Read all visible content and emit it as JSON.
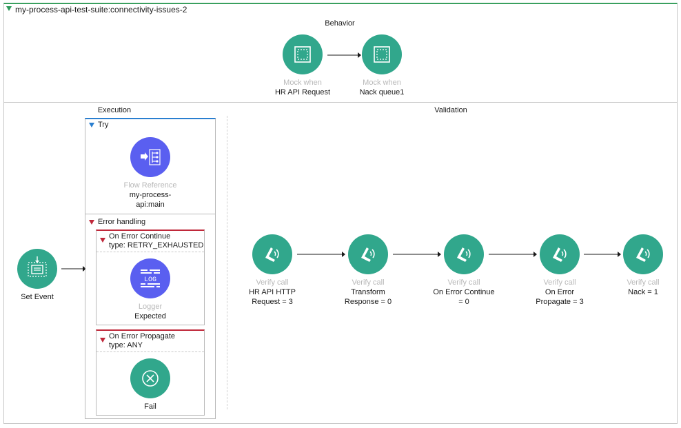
{
  "header": {
    "title": "my-process-api-test-suite:connectivity-issues-2"
  },
  "behavior": {
    "label": "Behavior",
    "nodes": [
      {
        "sub": "Mock when",
        "main": "HR API Request"
      },
      {
        "sub": "Mock when",
        "main": "Nack queue1"
      }
    ]
  },
  "execution": {
    "label": "Execution",
    "set_event": {
      "label": "Set Event"
    },
    "try": {
      "label": "Try",
      "flow_ref": {
        "sub": "Flow Reference",
        "main1": "my-process-",
        "main2": "api:main"
      }
    },
    "error_handling": {
      "label": "Error handling",
      "on_error_continue": {
        "title": "On Error Continue",
        "type": "type: RETRY_EXHAUSTED",
        "logger": {
          "sub": "Logger",
          "main": "Expected",
          "icon_text": "LOG"
        }
      },
      "on_error_propagate": {
        "title": "On Error Propagate",
        "type": "type: ANY",
        "fail": {
          "main": "Fail"
        }
      }
    }
  },
  "validation": {
    "label": "Validation",
    "nodes": [
      {
        "sub": "Verify call",
        "main1": "HR API HTTP",
        "main2": "Request = 3"
      },
      {
        "sub": "Verify call",
        "main1": "Transform",
        "main2": "Response = 0"
      },
      {
        "sub": "Verify call",
        "main1": "On Error Continue",
        "main2": "= 0"
      },
      {
        "sub": "Verify call",
        "main1": "On Error",
        "main2": "Propagate = 3"
      },
      {
        "sub": "Verify call",
        "main1": "Nack = 1",
        "main2": ""
      }
    ]
  },
  "colors": {
    "accent_green": "#31a78c",
    "flow_blue": "#5a5ff0",
    "error_red": "#c0283a",
    "try_blue": "#2a7fd0",
    "title_green": "#2f9a5c"
  }
}
